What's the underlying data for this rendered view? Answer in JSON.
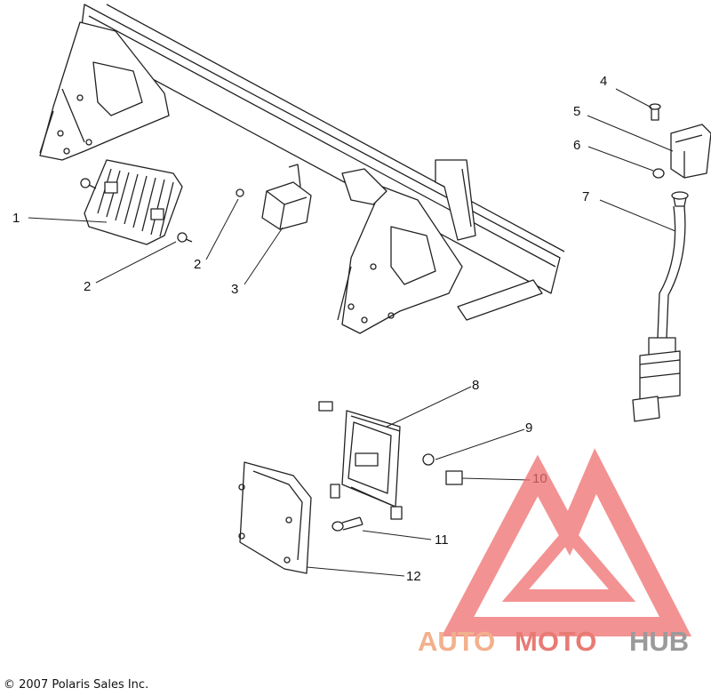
{
  "diagram": {
    "callouts": [
      {
        "id": "c1",
        "label": "1"
      },
      {
        "id": "c2a",
        "label": "2"
      },
      {
        "id": "c2b",
        "label": "2"
      },
      {
        "id": "c3",
        "label": "3"
      },
      {
        "id": "c4",
        "label": "4"
      },
      {
        "id": "c5",
        "label": "5"
      },
      {
        "id": "c6",
        "label": "6"
      },
      {
        "id": "c7",
        "label": "7"
      },
      {
        "id": "c8",
        "label": "8"
      },
      {
        "id": "c9",
        "label": "9"
      },
      {
        "id": "c10",
        "label": "10"
      },
      {
        "id": "c11",
        "label": "11"
      },
      {
        "id": "c12",
        "label": "12"
      }
    ],
    "copyright": "© 2007 Polaris Sales Inc.",
    "watermark": {
      "part1": "AUTO",
      "part2": "MOTO",
      "part3": "HUB",
      "colors": {
        "auto": "#f2b08c",
        "moto": "#e87a74",
        "hub": "#9a9a9a",
        "logo": "#ef6e6e"
      }
    }
  }
}
